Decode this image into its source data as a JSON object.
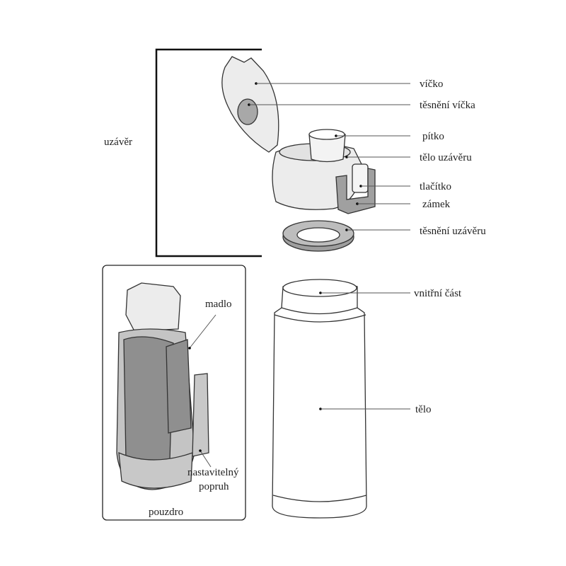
{
  "title_group": "uzávěr",
  "cap_parts": {
    "lid": "víčko",
    "lid_seal": "těsnění víčka",
    "spout": "pítko",
    "cap_body": "tělo uzávěru",
    "button": "tlačítko",
    "lock": "zámek",
    "cap_seal": "těsnění uzávěru"
  },
  "case": {
    "handle": "madlo",
    "strap_line1": "nastavitelný",
    "strap_line2": "popruh",
    "caption": "pouzdro"
  },
  "bottle": {
    "inner": "vnitřní část",
    "body": "tělo"
  },
  "colors": {
    "light": "#ececec",
    "mid": "#bdbdbd",
    "dark": "#8a8a8a"
  }
}
